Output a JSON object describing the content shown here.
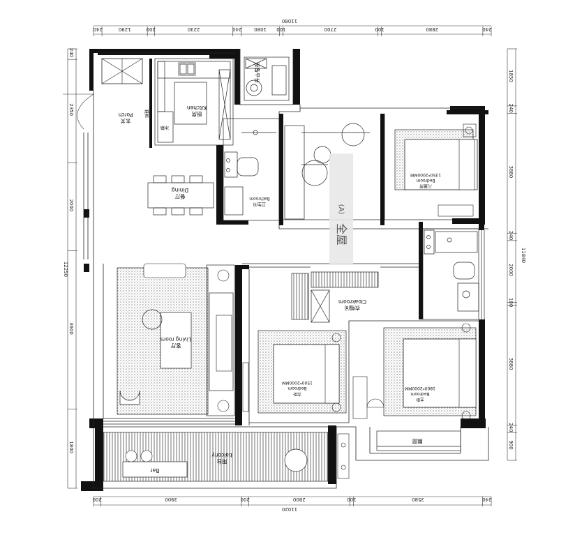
{
  "dimensions": {
    "top_total": "11080",
    "top_segments": [
      "240",
      "1290",
      "200",
      "2230",
      "240",
      "1080",
      "100",
      "2700",
      "100",
      "2880",
      "240"
    ],
    "bottom_total": "11020",
    "bottom_segments": [
      "200",
      "3900",
      "200",
      "2800",
      "100",
      "3580",
      "240"
    ],
    "left_total": "12250",
    "left_segments": [
      "240",
      "2350",
      "2000",
      "3600",
      "1800"
    ],
    "right_total": "11840",
    "right_segments": [
      "1850",
      "240",
      "3880",
      "240",
      "2000",
      "100",
      "3880",
      "240",
      "900"
    ]
  },
  "rooms": {
    "porch": {
      "cn": "玄关",
      "en": "Porch"
    },
    "kitchen": {
      "cn": "厨房",
      "en": "Kitchen"
    },
    "equipment": {
      "cn": "设备平台"
    },
    "dining": {
      "cn": "餐厅",
      "en": "Dining"
    },
    "bathroom": {
      "cn": "卫生间",
      "en": "Bathroom"
    },
    "kids_bedroom": {
      "cn": "儿童房",
      "en": "Bedroom",
      "size": "1350*2000MM"
    },
    "cloakroom": {
      "cn": "衣帽间",
      "en": "Cloakroom"
    },
    "living": {
      "cn": "客厅",
      "en": "Living room"
    },
    "second_bedroom": {
      "cn": "次卧",
      "en": "Bedroom",
      "size": "1500*2000MM"
    },
    "master_bedroom": {
      "cn": "主卧",
      "en": "Bedroom",
      "size": "1800*2000MM"
    },
    "bay_window": {
      "cn": "飘窗"
    },
    "balcony": {
      "cn": "阳台",
      "en": "balcony"
    },
    "bar": {
      "en": "Bar"
    },
    "fridge": {
      "cn": "冰箱"
    }
  },
  "section_tag": "(A)",
  "section_title": "全屋",
  "colors": {
    "wall": "#111111",
    "line": "#222222",
    "overlay": "#e8e8e8"
  }
}
